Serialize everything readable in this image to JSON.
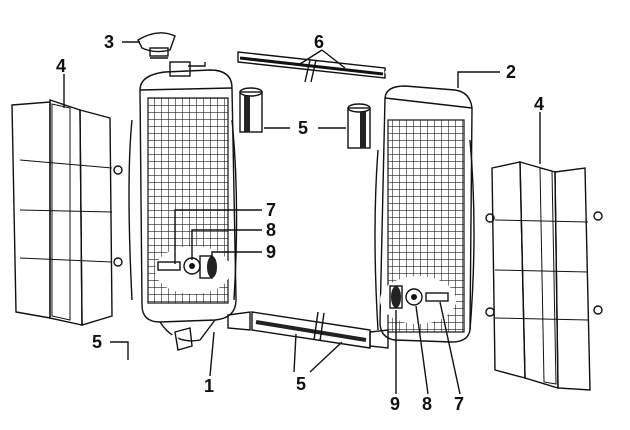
{
  "colors": {
    "ink": "#111111",
    "paper": "#ffffff",
    "shade": "#d9d9d9",
    "dark": "#333333"
  },
  "callouts": {
    "cap_label": "3",
    "tube_top_label": "6",
    "right_radiator_label": "2",
    "left_shroud_label": "4",
    "right_shroud_label": "4",
    "hoses_middle_label": "5",
    "hose_left_label": "5",
    "hoses_bottom_label": "5",
    "left_bolt_label": "7",
    "left_washer_label": "8",
    "left_bush_label": "9",
    "left_radiator_label": "1",
    "right_bush_label": "9",
    "right_washer_label": "8",
    "right_bolt_label": "7"
  }
}
